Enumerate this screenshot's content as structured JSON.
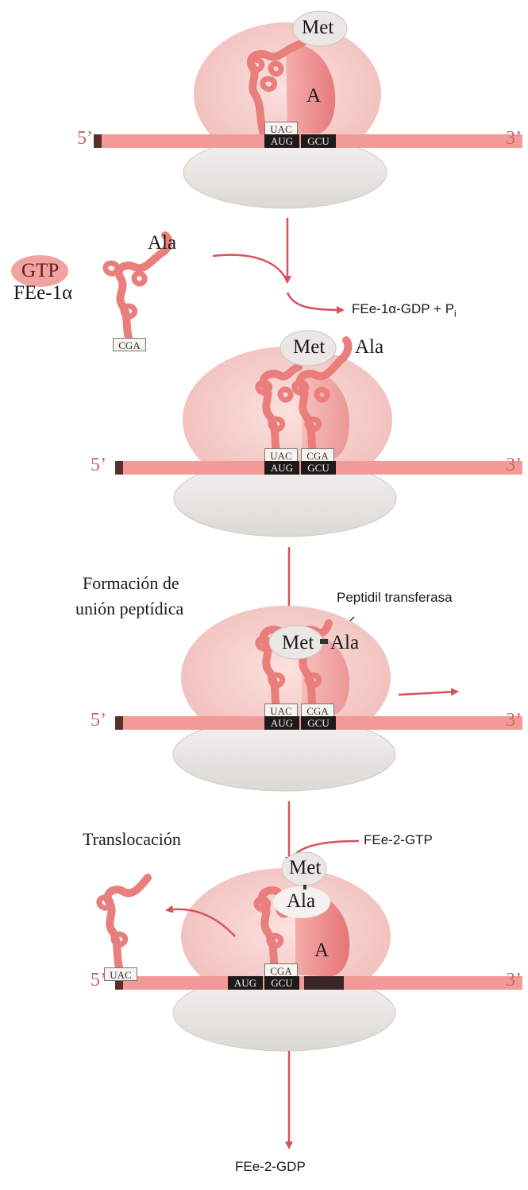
{
  "colors": {
    "ribosome_large": "#f4cbc8",
    "ribosome_small": "#e8e5e2",
    "mrna": "#f19a96",
    "trna": "#ea7e7c",
    "arrow": "#d8525a",
    "oval": "#ebe7e4"
  },
  "labels": {
    "five_prime": "5’",
    "three_prime": "3’",
    "met": "Met",
    "ala": "Ala",
    "site_a": "A",
    "gtp": "GTP",
    "fee1a": "FEe-1α",
    "fee1a_gdp": "FEe-1α-GDP + P",
    "fee1a_gdp_sub": "i",
    "formacion_line1": "Formación de",
    "formacion_line2": "unión peptídica",
    "peptidil": "Peptidil transferasa",
    "translocacion": "Translocación",
    "fee2_gtp": "FEe-2-GTP",
    "fee2_gdp": "FEe-2-GDP"
  },
  "codons": {
    "uac": "UAC",
    "aug": "AUG",
    "gcu": "GCU",
    "cga": "CGA"
  }
}
